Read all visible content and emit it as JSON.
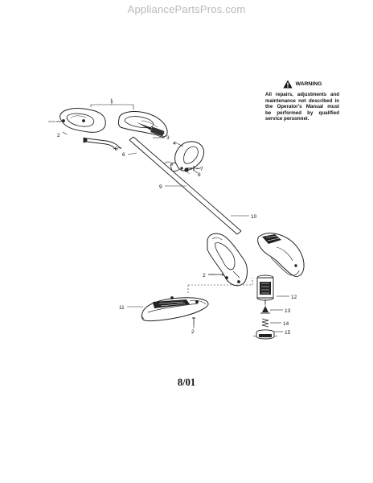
{
  "watermark": "AppliancePartsPros.com",
  "warning": {
    "title": "WARNING",
    "lines": [
      "All repairs, adjustments and",
      "maintenance not described in",
      "the Operator's Manual must",
      "be performed by qualified",
      "service personnel."
    ]
  },
  "callouts": [
    "1",
    "2",
    "3",
    "4",
    "5",
    "6",
    "7",
    "8",
    "9",
    "10",
    "2",
    "11",
    "12",
    "13",
    "14",
    "15",
    "2"
  ],
  "footer": "8/01"
}
